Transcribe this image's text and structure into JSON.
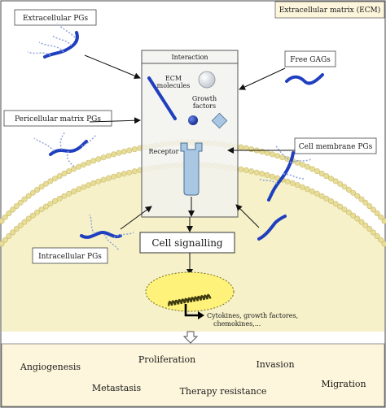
{
  "diagram": {
    "ecm_title": "Extracellular matrix (ECM)",
    "interaction": {
      "title": "Interaction",
      "ecm_line1": "ECM",
      "ecm_line2": "molecules",
      "growth_line1": "Growth",
      "growth_line2": "factors",
      "receptor": "Receptor"
    },
    "pg_labels": {
      "extracellular": "Extracellular PGs",
      "free_gags": "Free GAGs",
      "pericellular": "Pericellular matrix PGs",
      "cell_membrane": "Cell membrane PGs",
      "intracellular": "Intracellular PGs"
    },
    "cell_signalling": "Cell signalling",
    "products_line1": "Cytokines, growth factores,",
    "products_line2": "chemokines,...",
    "outcomes": {
      "angiogenesis": "Angiogenesis",
      "proliferation": "Proliferation",
      "invasion": "Invasion",
      "metastasis": "Metastasis",
      "therapy_resistance": "Therapy resistance",
      "migration": "Migration"
    },
    "colors": {
      "pg_core": "#1f3fbf",
      "gag_chain": "#8fa4d8",
      "membrane_fill": "#f6f1c9",
      "lipid_head": "#e8dd98",
      "nucleus_fill": "#fff27a",
      "outcome_panel": "#fdf6dc",
      "receptor": "#a9c7e3"
    }
  }
}
